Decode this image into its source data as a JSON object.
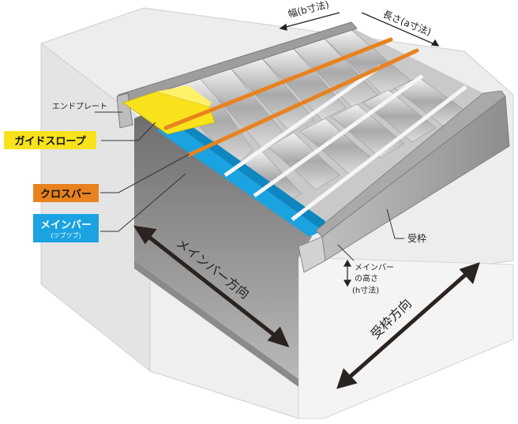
{
  "labels": {
    "width_dim": "幅(b寸法)",
    "length_dim": "長さ(a寸法)",
    "end_plate": "エンドプレート",
    "guide_slope": "ガイドスロープ",
    "cross_bar": "クロスバー",
    "main_bar": "メインバー",
    "main_bar_sub": "(ツブツブ)",
    "frame": "受枠",
    "height_line1": "メインバー",
    "height_line2": "の高さ",
    "height_line3": "(h寸法)",
    "main_bar_direction": "メインバー方向",
    "frame_direction": "受枠方向"
  },
  "colors": {
    "guide_slope": "#f7e21b",
    "cross_bar": "#e8821e",
    "main_bar": "#1aa3e0",
    "concrete": "#ececec"
  }
}
